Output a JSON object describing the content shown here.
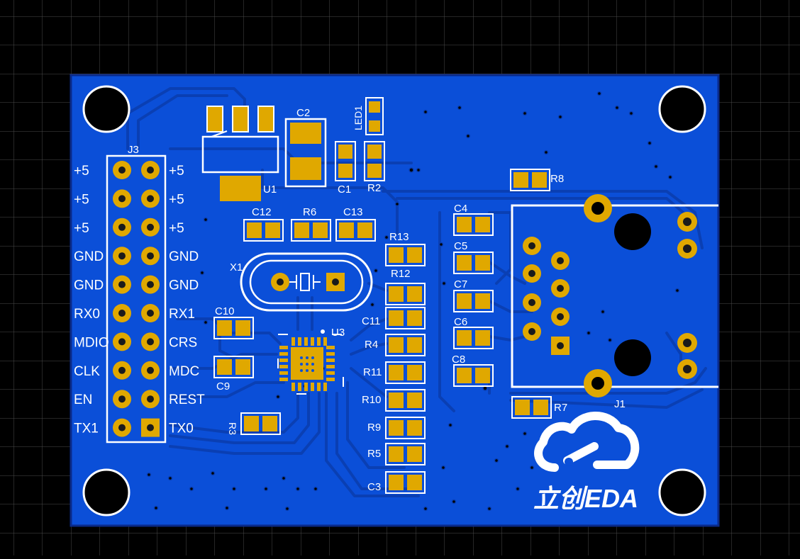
{
  "colors": {
    "background": "#000000",
    "grid": "#4a4a4a",
    "board": "#0b4fd8",
    "board_edge": "#0a2a8a",
    "copper_pour": "#0c52d9",
    "trace": "#0a3fb3",
    "pad": "#e0a800",
    "silkscreen": "#ffffff"
  },
  "header_j3": {
    "ref": "J3",
    "left_labels": [
      "+5",
      "+5",
      "+5",
      "GND",
      "GND",
      "RX0",
      "MDIO",
      "CLK",
      "EN",
      "TX1"
    ],
    "right_labels": [
      "+5",
      "+5",
      "+5",
      "GND",
      "GND",
      "RX1",
      "CRS",
      "MDC",
      "REST",
      "TX0"
    ]
  },
  "designators": {
    "u1": "U1",
    "u3": "U3",
    "x1": "X1",
    "j1": "J1",
    "led1": "LED1",
    "c1": "C1",
    "c2": "C2",
    "c3": "C3",
    "c4": "C4",
    "c5": "C5",
    "c6": "C6",
    "c7": "C7",
    "c8": "C8",
    "c9": "C9",
    "c10": "C10",
    "c11": "C11",
    "c12": "C12",
    "c13": "C13",
    "r2": "R2",
    "r3": "R3",
    "r4": "R4",
    "r5": "R5",
    "r6": "R6",
    "r7": "R7",
    "r8": "R8",
    "r9": "R9",
    "r10": "R10",
    "r11": "R11",
    "r12": "R12",
    "r13": "R13"
  },
  "logo": {
    "text": "立创EDA",
    "icon": "cloud-icon"
  }
}
